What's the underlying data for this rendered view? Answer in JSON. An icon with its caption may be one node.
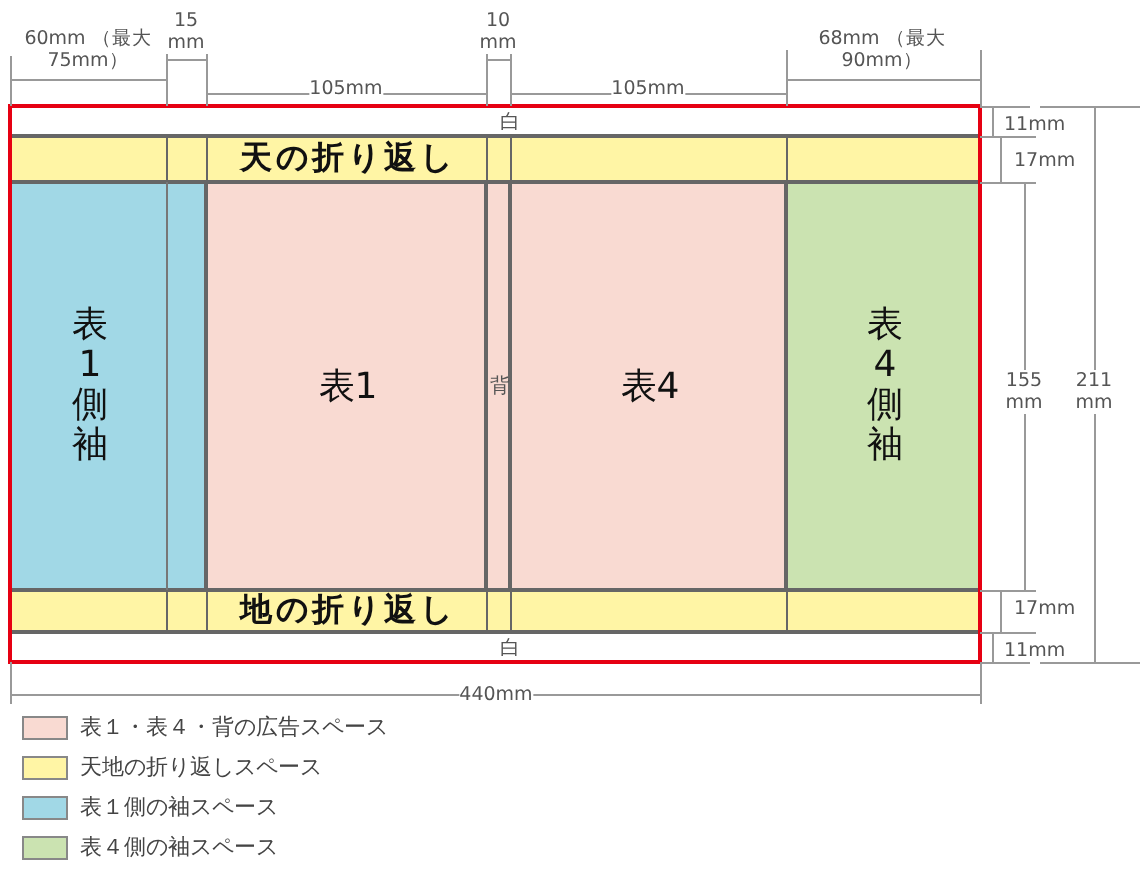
{
  "diagram": {
    "nodes": [
      {
        "text": [
          "白"
        ]
      },
      {
        "text": [
          "天の折り返し"
        ]
      },
      {
        "text": [
          "表1側袖"
        ]
      },
      {
        "text": [
          "表1"
        ]
      },
      {
        "text": [
          "背"
        ]
      },
      {
        "text": [
          "表4"
        ]
      },
      {
        "text": [
          "表4側袖"
        ]
      },
      {
        "text": [
          "地の折り返し"
        ]
      },
      {
        "text": [
          "白"
        ]
      }
    ],
    "labels": [
      "60mm （最大 75mm）",
      "15 mm",
      "105mm",
      "10 mm",
      "105mm",
      "68mm （最大 90mm）",
      "11mm",
      "17mm",
      "155 mm",
      "211 mm",
      "17mm",
      "11mm",
      "440mm"
    ],
    "legend": [
      {
        "text": "表１・表４・背の広告スペース",
        "color": "#f9dad2"
      },
      {
        "text": "天地の折り返しスペース",
        "color": "#fff5a5"
      },
      {
        "text": "表１側の袖スペース",
        "color": "#a1d8e6"
      },
      {
        "text": "表４側の袖スペース",
        "color": "#cbe3b1"
      }
    ]
  }
}
